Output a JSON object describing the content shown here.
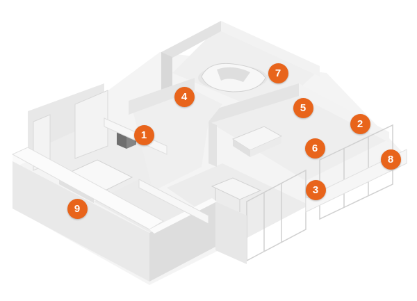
{
  "colors": {
    "marker_fill": "#e8641b",
    "marker_text": "#ffffff",
    "wall_top": "#fbfbfb",
    "wall_side_light": "#ededed",
    "wall_side_dark": "#dcdcdc",
    "floor": "#f0f0f0"
  },
  "markers": [
    {
      "id": "1",
      "label": "1"
    },
    {
      "id": "2",
      "label": "2"
    },
    {
      "id": "3",
      "label": "3"
    },
    {
      "id": "4",
      "label": "4"
    },
    {
      "id": "5",
      "label": "5"
    },
    {
      "id": "6",
      "label": "6"
    },
    {
      "id": "7",
      "label": "7"
    },
    {
      "id": "8",
      "label": "8"
    },
    {
      "id": "9",
      "label": "9"
    }
  ]
}
